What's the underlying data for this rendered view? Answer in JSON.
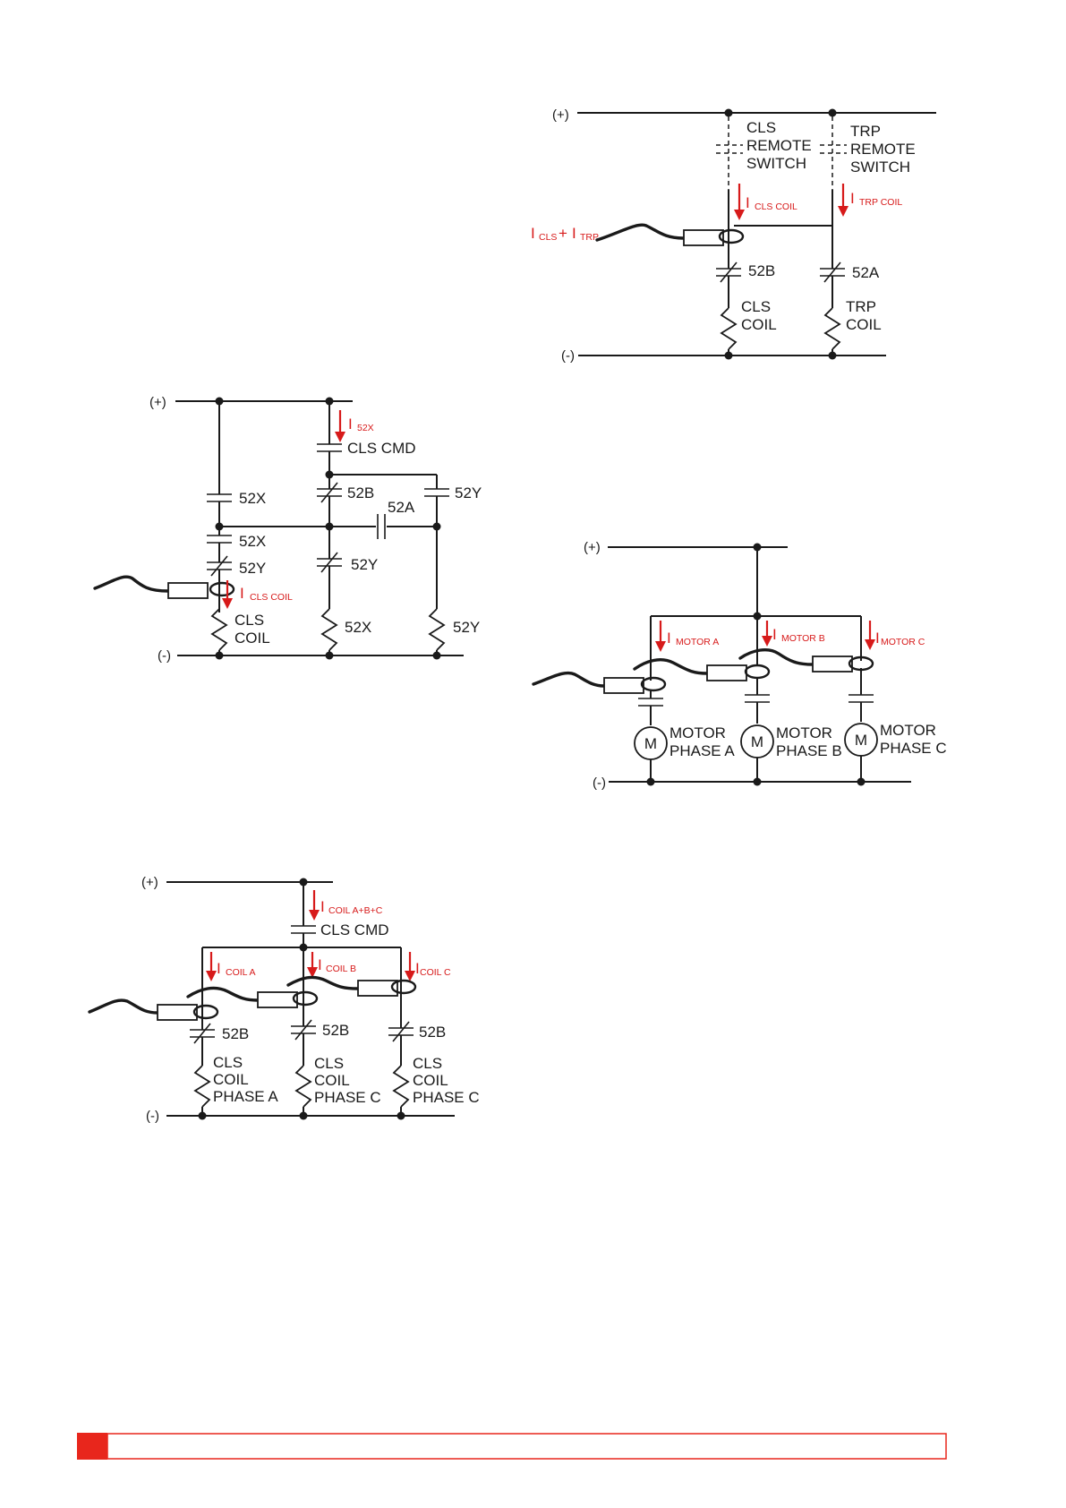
{
  "colors": {
    "line": "#1a1a1a",
    "current_arrow": "#d71a1a",
    "footer_accent": "#e8261c",
    "footer_border": "#e8261c"
  },
  "diagram_top_right": {
    "pos_rail": "(+)",
    "neg_rail": "(-)",
    "cls_switch": [
      "CLS",
      "REMOTE",
      "SWITCH"
    ],
    "trp_switch": [
      "TRP",
      "REMOTE",
      "SWITCH"
    ],
    "i_cls_coil_sub": "CLS COIL",
    "i_trp_coil_sub": "TRP COIL",
    "i_cls_plus_trp_a": "CLS",
    "i_cls_plus_trp_plus": "+",
    "i_cls_plus_trp_b": "TRP",
    "contact_52b": "52B",
    "contact_52a": "52A",
    "cls_coil": [
      "CLS",
      "COIL"
    ],
    "trp_coil": [
      "TRP",
      "COIL"
    ]
  },
  "diagram_left": {
    "pos_rail": "(+)",
    "neg_rail": "(-)",
    "i_52x_sub": "52X",
    "cls_cmd": "CLS CMD",
    "c_52x_top": "52X",
    "c_52b": "52B",
    "c_52y_right": "52Y",
    "c_52a": "52A",
    "c_52x_mid": "52X",
    "c_52y_mid": "52Y",
    "c_52y_middle": "52Y",
    "i_cls_coil_sub": "CLS COIL",
    "cls_coil": [
      "CLS",
      "COIL"
    ],
    "coil_52x": "52X",
    "coil_52y": "52Y"
  },
  "diagram_motor": {
    "pos_rail": "(+)",
    "neg_rail": "(-)",
    "i_motor_a_sub": "MOTOR A",
    "i_motor_b_sub": "MOTOR B",
    "i_motor_c_sub": "MOTOR C",
    "motor_symbol": "M",
    "motor_a": [
      "MOTOR",
      "PHASE A"
    ],
    "motor_b": [
      "MOTOR",
      "PHASE B"
    ],
    "motor_c": [
      "MOTOR",
      "PHASE C"
    ]
  },
  "diagram_bottom": {
    "pos_rail": "(+)",
    "neg_rail": "(-)",
    "i_coil_abc_sub": "COIL A+B+C",
    "cls_cmd": "CLS CMD",
    "i_coil_a_sub": "COIL A",
    "i_coil_b_sub": "COIL B",
    "i_coil_c_sub": "COIL C",
    "c_52b_a": "52B",
    "c_52b_b": "52B",
    "c_52b_c": "52B",
    "coil_a": [
      "CLS",
      "COIL",
      "PHASE A"
    ],
    "coil_b": [
      "CLS",
      "COIL",
      "PHASE C"
    ],
    "coil_c": [
      "CLS",
      "COIL",
      "PHASE C"
    ]
  }
}
